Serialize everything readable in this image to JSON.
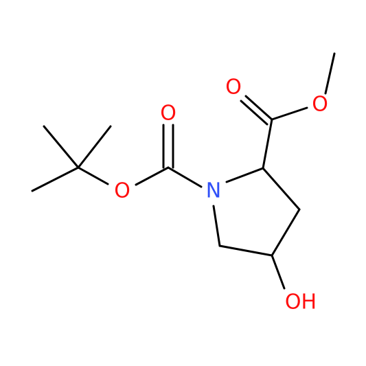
{
  "molecule": {
    "atoms": {
      "o_ester_carbonyl": {
        "label": "O",
        "color": "#ff0d0d"
      },
      "o_ester_methoxy": {
        "label": "O",
        "color": "#ff0d0d"
      },
      "o_boc_carbonyl": {
        "label": "O",
        "color": "#ff0d0d"
      },
      "o_boc_ether": {
        "label": "O",
        "color": "#ff0d0d"
      },
      "n_ring": {
        "label": "N",
        "color": "#3050f8"
      },
      "oh_hydroxyl": {
        "label": "OH",
        "color": "#ff0d0d"
      }
    },
    "bond_color": "#000000"
  }
}
